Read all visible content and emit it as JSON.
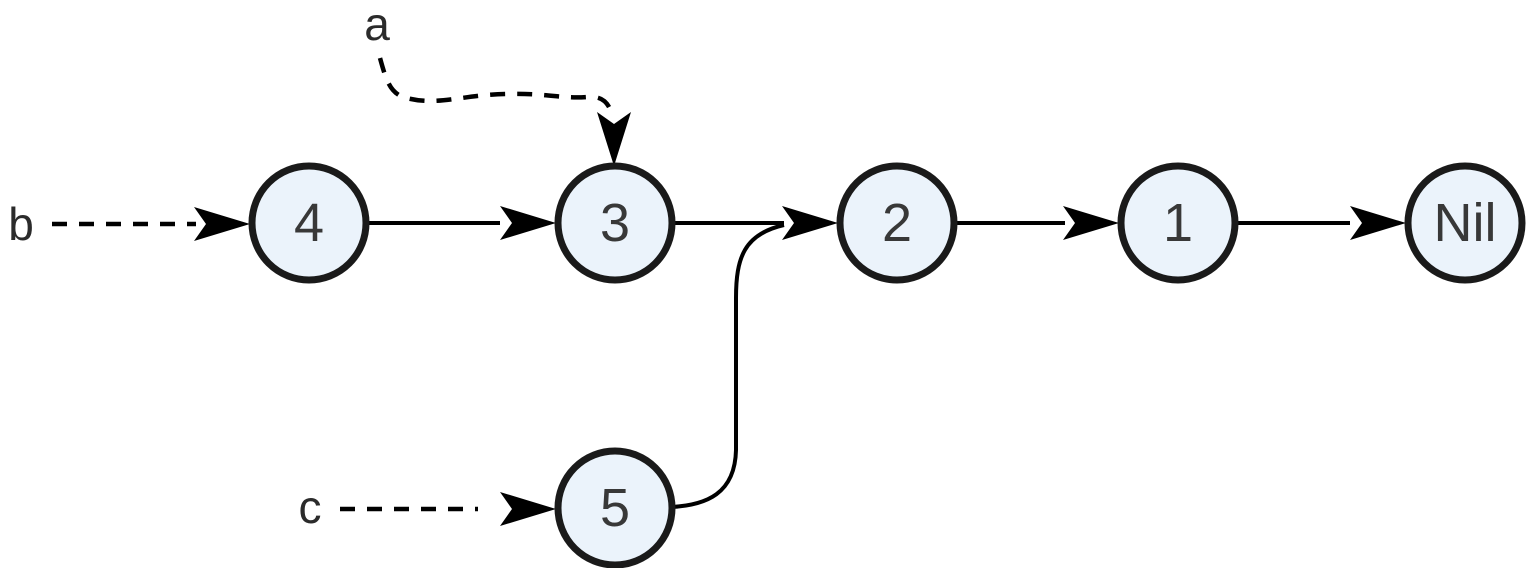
{
  "diagram": {
    "type": "linked-list-insertion",
    "nodes": [
      {
        "id": "node-4",
        "label": "4"
      },
      {
        "id": "node-3",
        "label": "3"
      },
      {
        "id": "node-2",
        "label": "2"
      },
      {
        "id": "node-1",
        "label": "1"
      },
      {
        "id": "node-nil",
        "label": "Nil"
      },
      {
        "id": "node-5",
        "label": "5"
      }
    ],
    "pointers": [
      {
        "id": "pointer-a",
        "label": "a",
        "points_to": "3"
      },
      {
        "id": "pointer-b",
        "label": "b",
        "points_to": "4"
      },
      {
        "id": "pointer-c",
        "label": "c",
        "points_to": "5"
      }
    ],
    "edges": [
      {
        "from": "4",
        "to": "3"
      },
      {
        "from": "3",
        "to": "2"
      },
      {
        "from": "2",
        "to": "1"
      },
      {
        "from": "1",
        "to": "Nil"
      },
      {
        "from": "5",
        "to": "2"
      }
    ],
    "colors": {
      "node_fill": "#EBF3FB",
      "node_stroke": "#1a1a1a",
      "line": "#000000",
      "node_text": "#383838",
      "label_text": "#2b2b2b",
      "background": "#ffffff"
    }
  }
}
